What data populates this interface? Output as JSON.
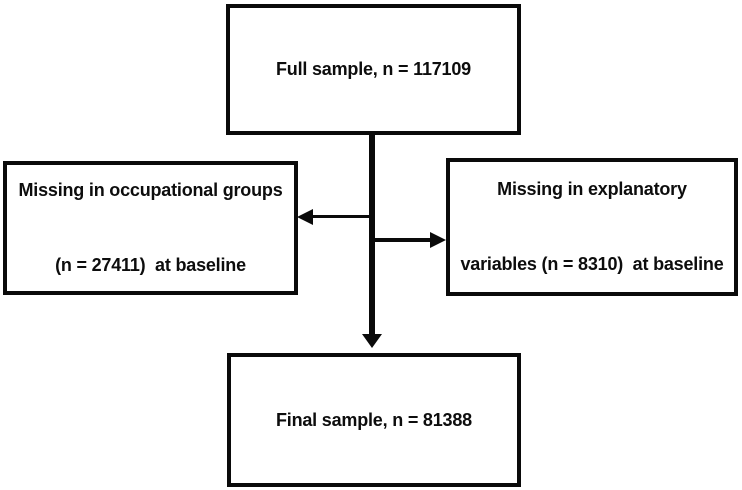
{
  "diagram": {
    "type": "flowchart",
    "colors": {
      "background": "#ffffff",
      "line": "#0a0a0a",
      "text": "#0d0d0d"
    },
    "boxes": {
      "full_sample": {
        "label": "Full sample, n = 117109"
      },
      "missing_occupational": {
        "line1": "Missing in occupational groups",
        "line2": "(n = 27411)  at baseline"
      },
      "missing_explanatory": {
        "line1": "Missing in explanatory",
        "line2": "variables (n = 8310)  at baseline"
      },
      "final_sample": {
        "label": "Final sample, n = 81388"
      }
    },
    "arrows": {
      "down": "full sample to final sample",
      "left": "exclusion to missing occupational groups",
      "right": "exclusion to missing explanatory variables"
    }
  }
}
